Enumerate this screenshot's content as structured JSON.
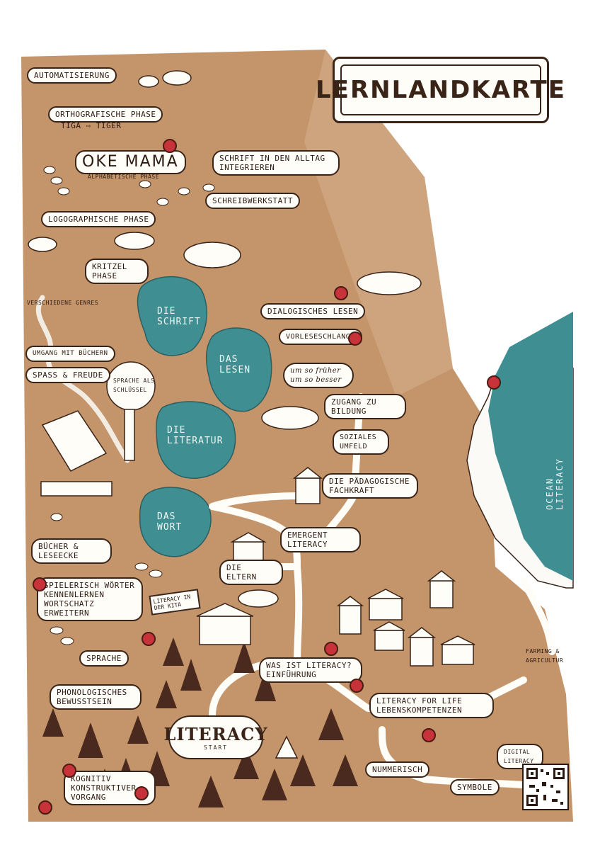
{
  "title": "LERNLANDKARTE",
  "colors": {
    "ground": "#c4946a",
    "lake": "#3f8f92",
    "ink": "#3a2418",
    "pin": "#c8333a",
    "tree": "#4a2a1e",
    "path": "#fffdf8"
  },
  "labels": {
    "automatisierung": "AUTOMATISIERUNG",
    "orthografische": "ORTHOGRAFISCHE PHASE",
    "tiga_tiger": "TIGA ⇨ TIGER",
    "oke_mama": "OKE MAMA",
    "alphabetische": "ALPHABETISCHE PHASE",
    "schrift_alltag": "SCHRIFT IN DEN ALLTAG INTEGRIEREN",
    "schreibwerkstatt": "SCHREIBWERKSTATT",
    "logographische": "LOGOGRAPHISCHE PHASE",
    "kritzel": "KRITZEL PHASE",
    "genres": "VERSCHIEDENE GENRES",
    "umgang": "UMGANG MIT BÜCHERN",
    "spass": "SPAß & FREUDE",
    "sprache_schluessel": "SPRACHE ALS SCHLÜSSEL",
    "dialogisches": "DIALOGISCHES LESEN",
    "vorleseschlange": "VORLESESCHLANGE",
    "um_so": "um so früher um so besser",
    "zugang": "ZUGANG ZU BILDUNG",
    "soziales": "SOZIALES UMFELD",
    "paedagogische": "DIE PÄDAGOGISCHE FACHKRAFT",
    "emergent": "EMERGENT LITERACY",
    "eltern": "DIE ELTERN",
    "buecher_leseecke": "BÜCHER & LESEECKE",
    "spielerisch": "SPIELERISCH WÖRTER KENNENLERNEN WORTSCHATZ ERWEITERN",
    "literacy_kita": "LITERACY IN DER KITA",
    "sprache": "SPRACHE",
    "phonologisches": "PHONOLOGISCHES BEWUSSTSEIN",
    "was_ist": "WAS IST LITERACY? EINFÜHRUNG",
    "literacy_life": "LITERACY FOR LIFE LEBENSKOMPETENZEN",
    "literacy_big": "LITERACY",
    "start": "START",
    "nummerisch": "NUMMERISCH",
    "symbole": "SYMBOLE",
    "digital": "DIGITAL LITERACY",
    "kognitiv": "KOGNITIV KONSTRUKTIVER VORGANG",
    "farming": "FARMING & AGRICULTUR",
    "ocean": "OCEAN LITERACY"
  },
  "lakes": {
    "schrift": "DIE SCHRIFT",
    "lesen": "DAS LESEN",
    "literatur": "DIE LITERATUR",
    "wort": "DAS WORT"
  }
}
